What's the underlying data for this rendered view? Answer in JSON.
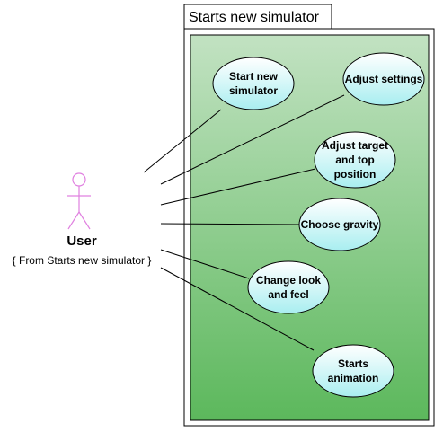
{
  "diagram": {
    "type": "uml-use-case",
    "system": {
      "title": "Starts new simulator"
    },
    "actor": {
      "name": "User",
      "note": "{ From Starts new simulator }"
    },
    "use_cases": [
      {
        "id": "start-new-simulator",
        "lines": [
          "Start new",
          "simulator"
        ]
      },
      {
        "id": "adjust-settings",
        "lines": [
          "Adjust settings"
        ]
      },
      {
        "id": "adjust-target-and-top-position",
        "lines": [
          "Adjust target",
          "and top",
          "position"
        ]
      },
      {
        "id": "choose-gravity",
        "lines": [
          "Choose gravity"
        ]
      },
      {
        "id": "change-look-and-feel",
        "lines": [
          "Change look",
          "and feel"
        ]
      },
      {
        "id": "starts-animation",
        "lines": [
          "Starts",
          "animation"
        ]
      }
    ],
    "associations": [
      {
        "from": "actor",
        "to": "start-new-simulator"
      },
      {
        "from": "actor",
        "to": "adjust-settings"
      },
      {
        "from": "actor",
        "to": "adjust-target-and-top-position"
      },
      {
        "from": "actor",
        "to": "choose-gravity"
      },
      {
        "from": "actor",
        "to": "change-look-and-feel"
      },
      {
        "from": "actor",
        "to": "starts-animation"
      }
    ],
    "colors": {
      "actor_stroke": "#e080e0",
      "use_case_fill_top": "#ffffff",
      "use_case_fill_bottom": "#a9eef0",
      "system_gradient_top": "#c2e2c2",
      "system_gradient_bottom": "#5cb85c",
      "line": "#000000"
    }
  }
}
